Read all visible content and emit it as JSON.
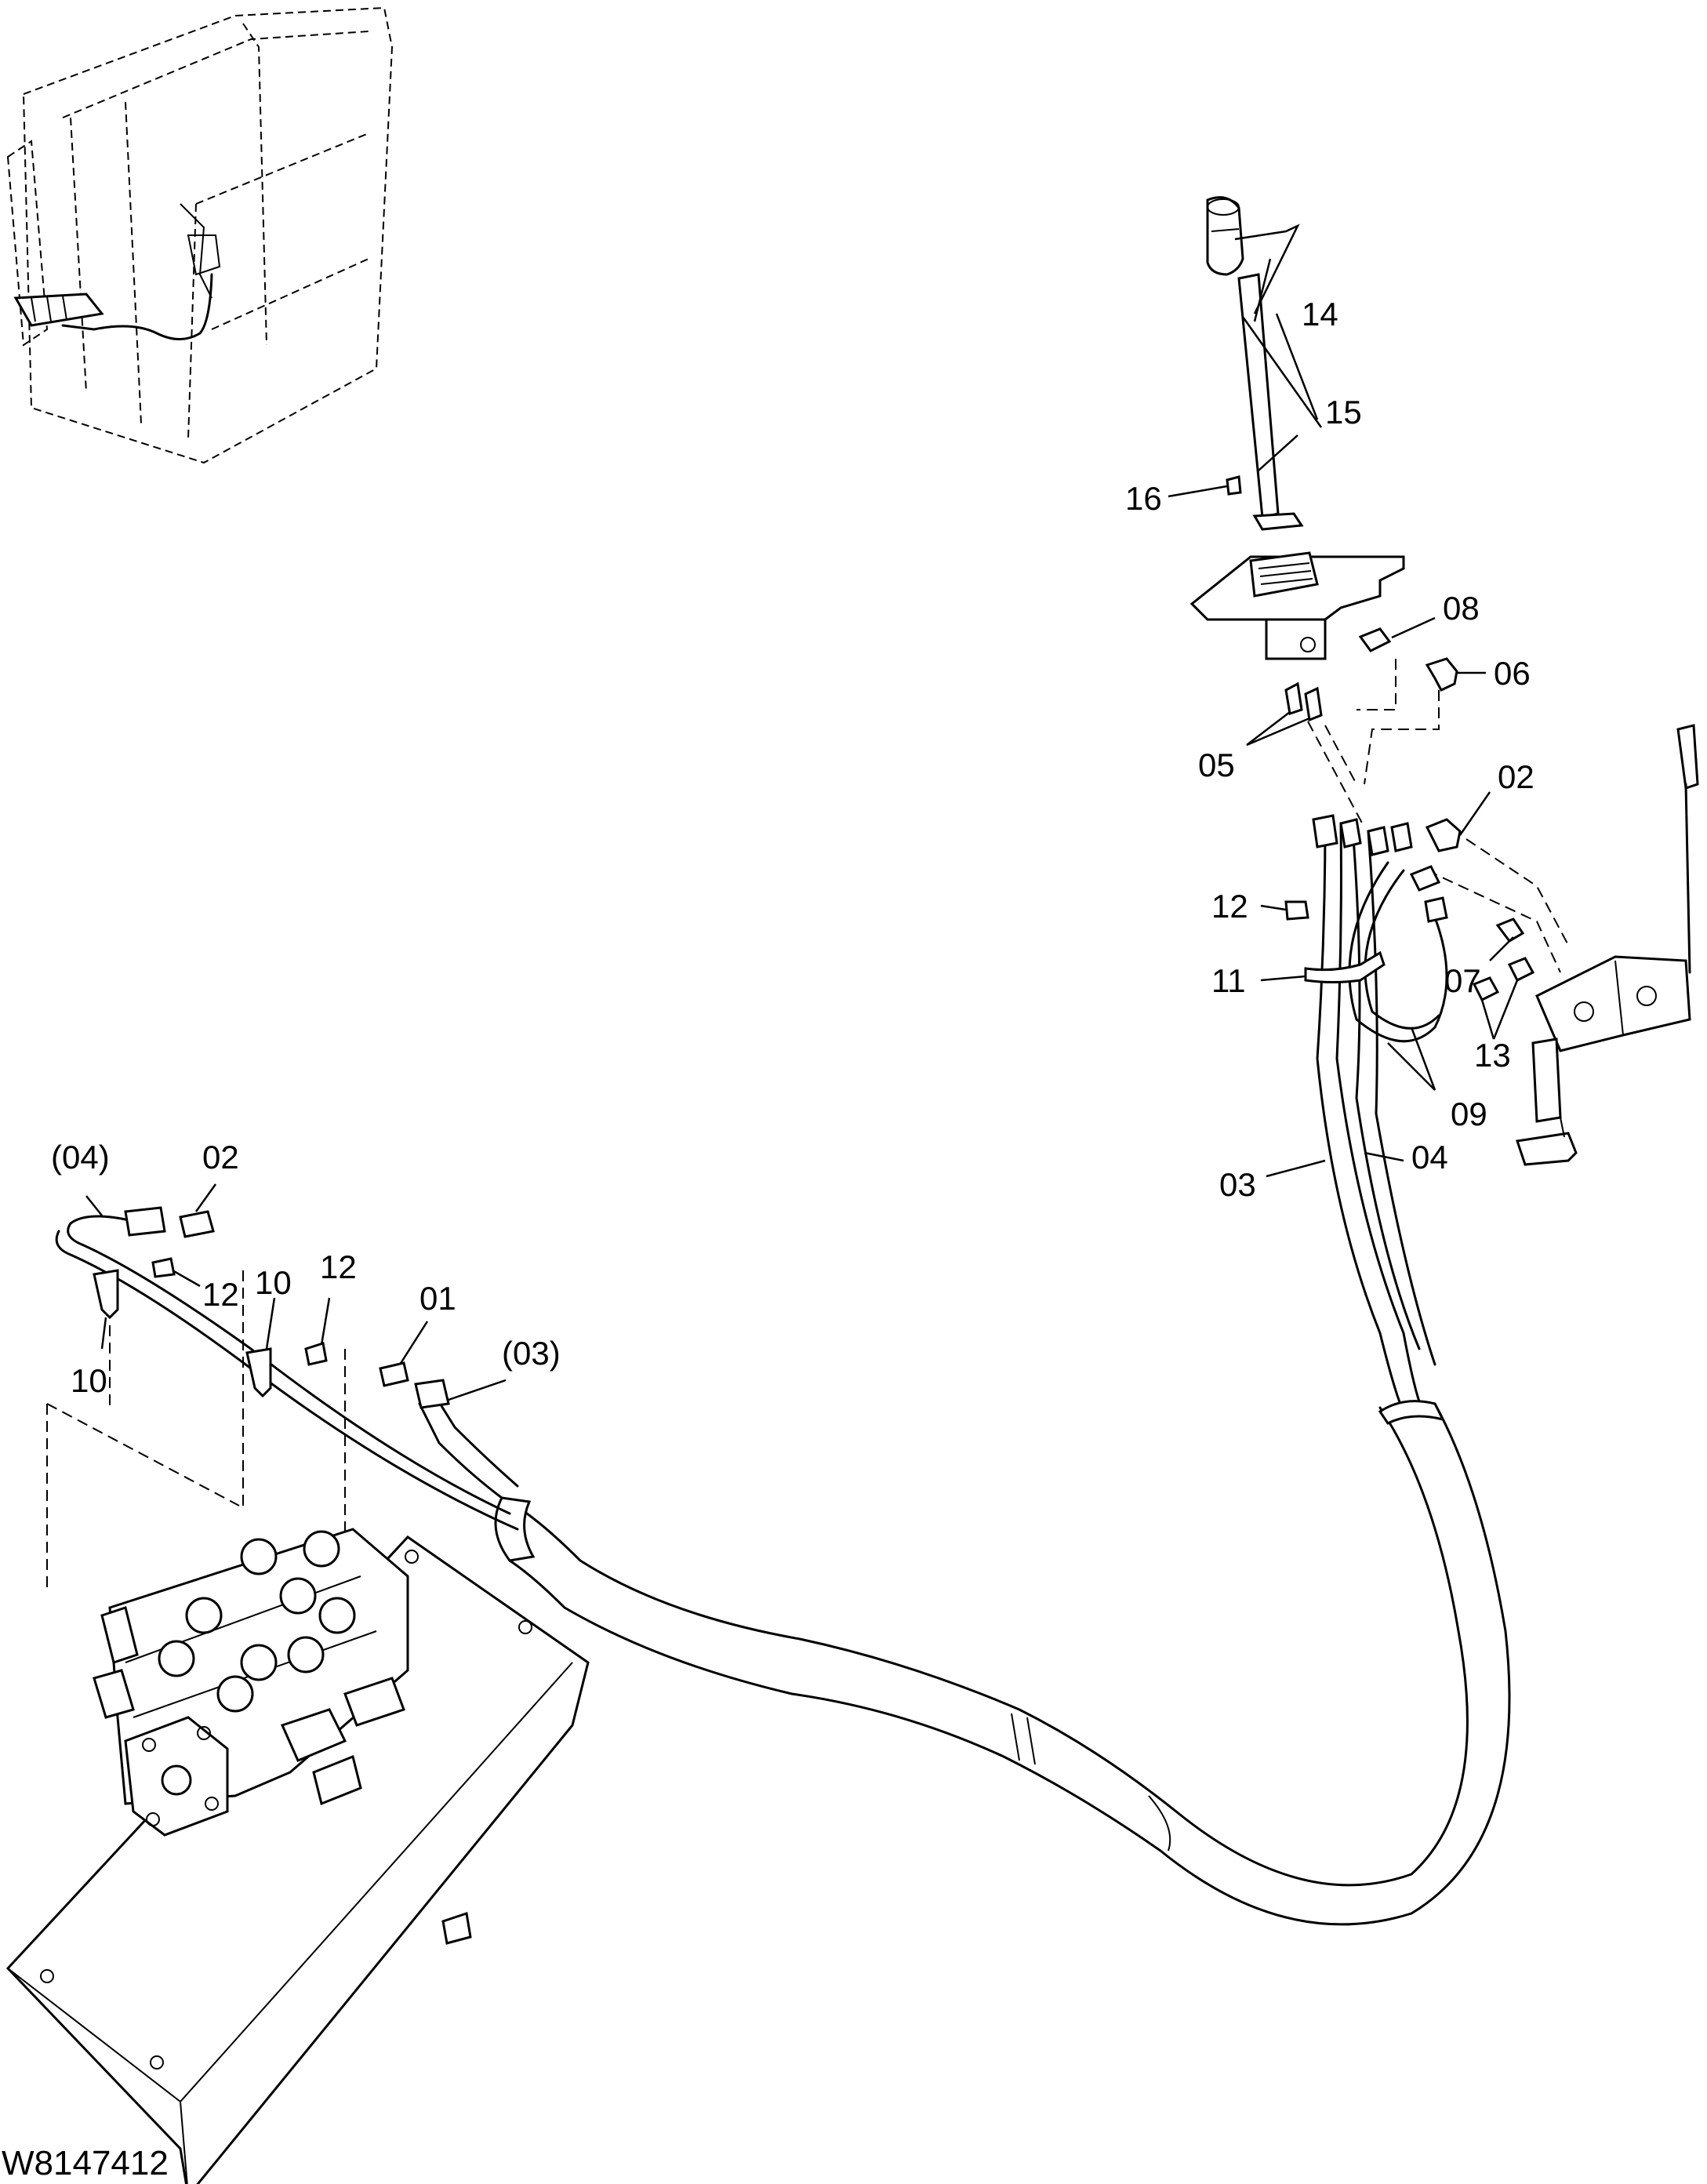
{
  "drawing_number": "W8147412",
  "callouts": {
    "c14": "14",
    "c15": "15",
    "c16": "16",
    "c08": "08",
    "c06": "06",
    "c05": "05",
    "c02_right": "02",
    "c12_right": "12",
    "c11": "11",
    "c07": "07",
    "c13": "13",
    "c09": "09",
    "c03": "03",
    "c04": "04",
    "c04_paren": "(04)",
    "c02_left": "02",
    "c12_left_a": "12",
    "c10_a": "10",
    "c10_b": "10",
    "c12_left_b": "12",
    "c01": "01",
    "c03_paren": "(03)"
  }
}
